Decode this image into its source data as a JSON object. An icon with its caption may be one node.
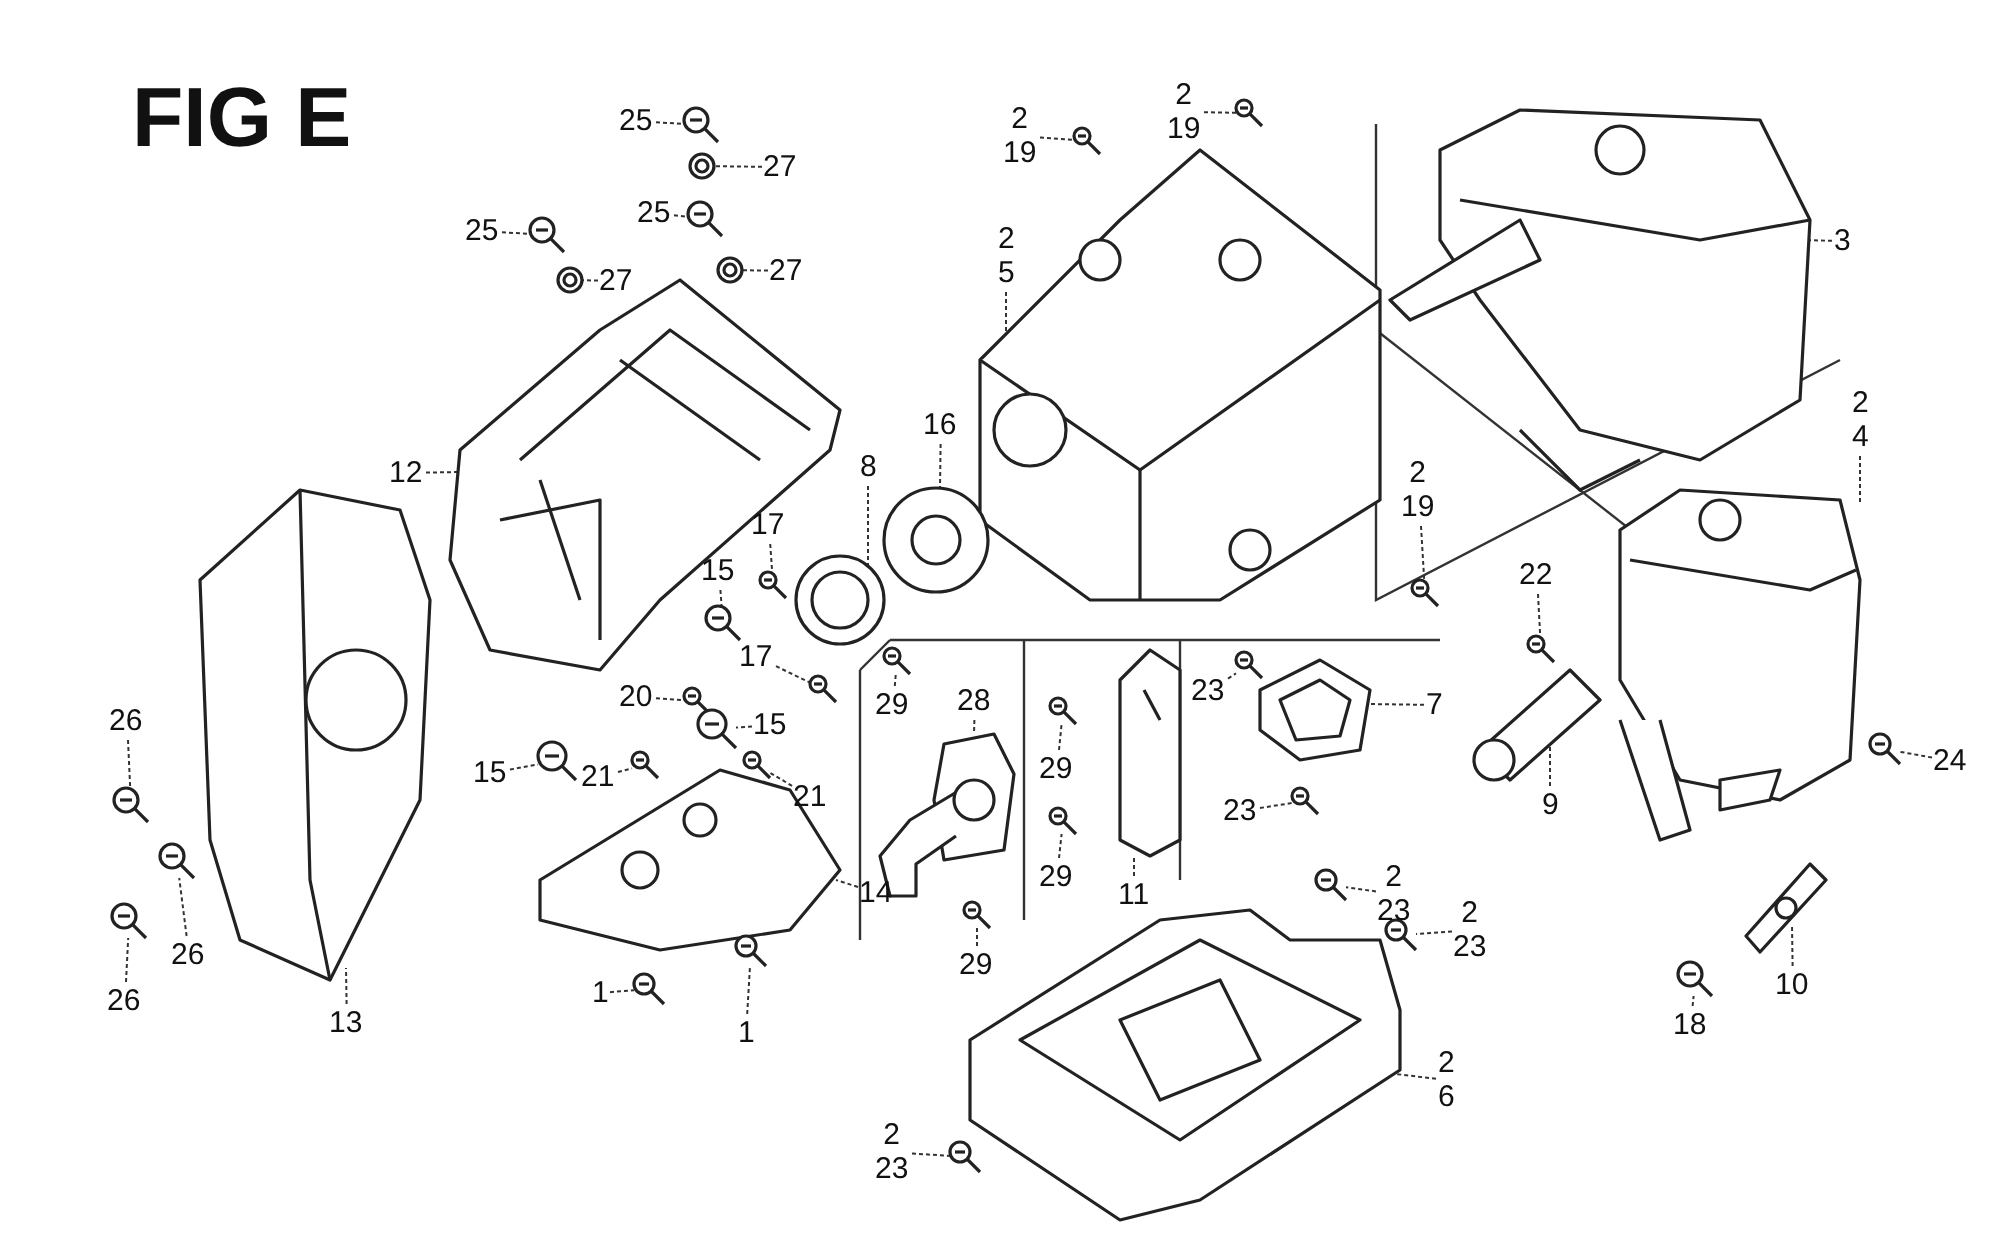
{
  "diagram": {
    "title": "FIG E",
    "nodes": [
      {
        "text": [
          "25"
        ]
      },
      {
        "text": [
          "27"
        ]
      },
      {
        "text": [
          "25"
        ]
      },
      {
        "text": [
          "25"
        ]
      },
      {
        "text": [
          "27"
        ]
      },
      {
        "text": [
          "27"
        ]
      },
      {
        "text": [
          "2",
          "19"
        ]
      },
      {
        "text": [
          "2",
          "19"
        ]
      },
      {
        "text": [
          "2",
          "5"
        ]
      },
      {
        "text": [
          "3"
        ]
      },
      {
        "text": [
          "2",
          "4"
        ]
      },
      {
        "text": [
          "12"
        ]
      },
      {
        "text": [
          "16"
        ]
      },
      {
        "text": [
          "8"
        ]
      },
      {
        "text": [
          "17"
        ]
      },
      {
        "text": [
          "15"
        ]
      },
      {
        "text": [
          "2",
          "19"
        ]
      },
      {
        "text": [
          "22"
        ]
      },
      {
        "text": [
          "17"
        ]
      },
      {
        "text": [
          "20"
        ]
      },
      {
        "text": [
          "15"
        ]
      },
      {
        "text": [
          "15"
        ]
      },
      {
        "text": [
          "23"
        ]
      },
      {
        "text": [
          "7"
        ]
      },
      {
        "text": [
          "29"
        ]
      },
      {
        "text": [
          "28"
        ]
      },
      {
        "text": [
          "29"
        ]
      },
      {
        "text": [
          "29"
        ]
      },
      {
        "text": [
          "21"
        ]
      },
      {
        "text": [
          "21"
        ]
      },
      {
        "text": [
          "26"
        ]
      },
      {
        "text": [
          "23"
        ]
      },
      {
        "text": [
          "9"
        ]
      },
      {
        "text": [
          "24"
        ]
      },
      {
        "text": [
          "26"
        ]
      },
      {
        "text": [
          "11"
        ]
      },
      {
        "text": [
          "29"
        ]
      },
      {
        "text": [
          "14"
        ]
      },
      {
        "text": [
          "2",
          "23"
        ]
      },
      {
        "text": [
          "2",
          "23"
        ]
      },
      {
        "text": [
          "26"
        ]
      },
      {
        "text": [
          "13"
        ]
      },
      {
        "text": [
          "1"
        ]
      },
      {
        "text": [
          "1"
        ]
      },
      {
        "text": [
          "18"
        ]
      },
      {
        "text": [
          "10"
        ]
      },
      {
        "text": [
          "2",
          "6"
        ]
      },
      {
        "text": [
          "2",
          "23"
        ]
      },
      {
        "text": [],
        "shape": "picture"
      },
      {
        "text": [],
        "shape": "picture"
      },
      {
        "text": [],
        "shape": "picture"
      },
      {
        "text": [],
        "shape": "picture"
      },
      {
        "text": [],
        "shape": "picture"
      },
      {
        "text": [],
        "shape": "picture"
      },
      {
        "text": [],
        "shape": "picture"
      },
      {
        "text": [],
        "shape": "picture"
      },
      {
        "text": [],
        "shape": "picture"
      },
      {
        "text": [],
        "shape": "picture"
      },
      {
        "text": [],
        "shape": "picture"
      },
      {
        "text": [],
        "shape": "picture"
      },
      {
        "text": [],
        "shape": "picture"
      },
      {
        "text": [],
        "shape": "picture"
      },
      {
        "text": [],
        "shape": "picture"
      },
      {
        "text": [],
        "shape": "picture"
      },
      {
        "text": [],
        "shape": "picture"
      },
      {
        "text": [],
        "shape": "picture"
      },
      {
        "text": [],
        "shape": "picture"
      },
      {
        "text": [],
        "shape": "picture"
      },
      {
        "text": [],
        "shape": "picture"
      },
      {
        "text": [],
        "shape": "picture"
      },
      {
        "text": [],
        "shape": "picture"
      },
      {
        "text": [],
        "shape": "picture"
      },
      {
        "text": [],
        "shape": "picture"
      },
      {
        "text": [],
        "shape": "picture"
      },
      {
        "text": [],
        "shape": "picture"
      },
      {
        "text": [],
        "shape": "picture"
      },
      {
        "text": [],
        "shape": "picture"
      },
      {
        "text": [],
        "shape": "picture"
      },
      {
        "text": [],
        "shape": "picture"
      },
      {
        "text": [],
        "shape": "picture"
      },
      {
        "text": [],
        "shape": "picture"
      },
      {
        "text": [],
        "shape": "picture"
      },
      {
        "text": [],
        "shape": "picture"
      },
      {
        "text": [],
        "shape": "picture"
      },
      {
        "text": [],
        "shape": "picture"
      },
      {
        "text": [],
        "shape": "picture"
      },
      {
        "text": [],
        "shape": "picture"
      },
      {
        "text": [],
        "shape": "picture"
      },
      {
        "text": [],
        "shape": "picture"
      },
      {
        "text": [],
        "shape": "picture"
      },
      {
        "text": [],
        "shape": "picture"
      },
      {
        "text": [],
        "shape": "picture"
      },
      {
        "text": [],
        "shape": "picture"
      },
      {
        "text": [],
        "shape": "picture"
      },
      {
        "text": [],
        "shape": "picture"
      },
      {
        "text": [],
        "shape": "picture"
      }
    ],
    "edges": [
      {
        "from": 0,
        "to": 48,
        "arrow": "none"
      },
      {
        "from": 1,
        "to": 49,
        "arrow": "none"
      },
      {
        "from": 2,
        "to": 50,
        "arrow": "none"
      },
      {
        "from": 3,
        "to": 51,
        "arrow": "none"
      },
      {
        "from": 4,
        "to": 52,
        "arrow": "none"
      },
      {
        "from": 5,
        "to": 53,
        "arrow": "none"
      },
      {
        "from": 6,
        "to": 54,
        "arrow": "none"
      },
      {
        "from": 7,
        "to": 55,
        "arrow": "none"
      },
      {
        "from": 8,
        "to": 56,
        "arrow": "none"
      },
      {
        "from": 9,
        "to": 57,
        "arrow": "none"
      },
      {
        "from": 10,
        "to": 58,
        "arrow": "none"
      },
      {
        "from": 11,
        "to": 59,
        "arrow": "none"
      },
      {
        "from": 12,
        "to": 60,
        "arrow": "none"
      },
      {
        "from": 13,
        "to": 61,
        "arrow": "none"
      },
      {
        "from": 14,
        "to": 62,
        "arrow": "none"
      },
      {
        "from": 15,
        "to": 63,
        "arrow": "none"
      },
      {
        "from": 16,
        "to": 64,
        "arrow": "none"
      },
      {
        "from": 17,
        "to": 65,
        "arrow": "none"
      },
      {
        "from": 18,
        "to": 66,
        "arrow": "none"
      },
      {
        "from": 19,
        "to": 67,
        "arrow": "none"
      },
      {
        "from": 20,
        "to": 68,
        "arrow": "none"
      },
      {
        "from": 21,
        "to": 69,
        "arrow": "none"
      },
      {
        "from": 22,
        "to": 70,
        "arrow": "none"
      },
      {
        "from": 23,
        "to": 71,
        "arrow": "none"
      },
      {
        "from": 24,
        "to": 72,
        "arrow": "none"
      },
      {
        "from": 25,
        "to": 73,
        "arrow": "none"
      },
      {
        "from": 26,
        "to": 74,
        "arrow": "none"
      },
      {
        "from": 27,
        "to": 75,
        "arrow": "none"
      },
      {
        "from": 28,
        "to": 76,
        "arrow": "none"
      },
      {
        "from": 29,
        "to": 77,
        "arrow": "none"
      },
      {
        "from": 30,
        "to": 78,
        "arrow": "none"
      },
      {
        "from": 31,
        "to": 79,
        "arrow": "none"
      },
      {
        "from": 32,
        "to": 80,
        "arrow": "none"
      },
      {
        "from": 33,
        "to": 81,
        "arrow": "none"
      },
      {
        "from": 34,
        "to": 82,
        "arrow": "none"
      },
      {
        "from": 35,
        "to": 83,
        "arrow": "none"
      },
      {
        "from": 36,
        "to": 84,
        "arrow": "none"
      },
      {
        "from": 37,
        "to": 85,
        "arrow": "none"
      },
      {
        "from": 38,
        "to": 86,
        "arrow": "none"
      },
      {
        "from": 39,
        "to": 87,
        "arrow": "none"
      },
      {
        "from": 40,
        "to": 88,
        "arrow": "none"
      },
      {
        "from": 41,
        "to": 89,
        "arrow": "none"
      },
      {
        "from": 42,
        "to": 90,
        "arrow": "none"
      },
      {
        "from": 43,
        "to": 91,
        "arrow": "none"
      },
      {
        "from": 44,
        "to": 92,
        "arrow": "none"
      },
      {
        "from": 45,
        "to": 93,
        "arrow": "none"
      },
      {
        "from": 46,
        "to": 94,
        "arrow": "none"
      },
      {
        "from": 47,
        "to": 95,
        "arrow": "none"
      }
    ]
  }
}
